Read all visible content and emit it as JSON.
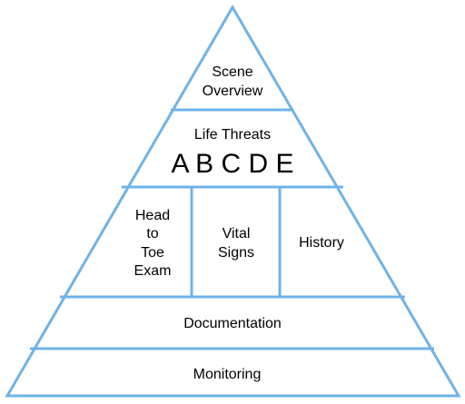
{
  "diagram": {
    "line_color": "#6fb3e8",
    "text_color": "#000000",
    "background": "#ffffff",
    "tiers": [
      {
        "id": "scene",
        "lines": [
          "Scene",
          "Overview"
        ]
      },
      {
        "id": "life-threats",
        "title": "Life Threats",
        "letters": "A B C D E"
      },
      {
        "id": "assessment",
        "cells": [
          {
            "id": "head-to-toe",
            "lines": [
              "Head",
              "to",
              "Toe",
              "Exam"
            ]
          },
          {
            "id": "vital-signs",
            "lines": [
              "Vital",
              "Signs"
            ]
          },
          {
            "id": "history",
            "lines": [
              "History"
            ]
          }
        ]
      },
      {
        "id": "documentation",
        "label": "Documentation"
      },
      {
        "id": "monitoring",
        "label": "Monitoring"
      }
    ]
  }
}
